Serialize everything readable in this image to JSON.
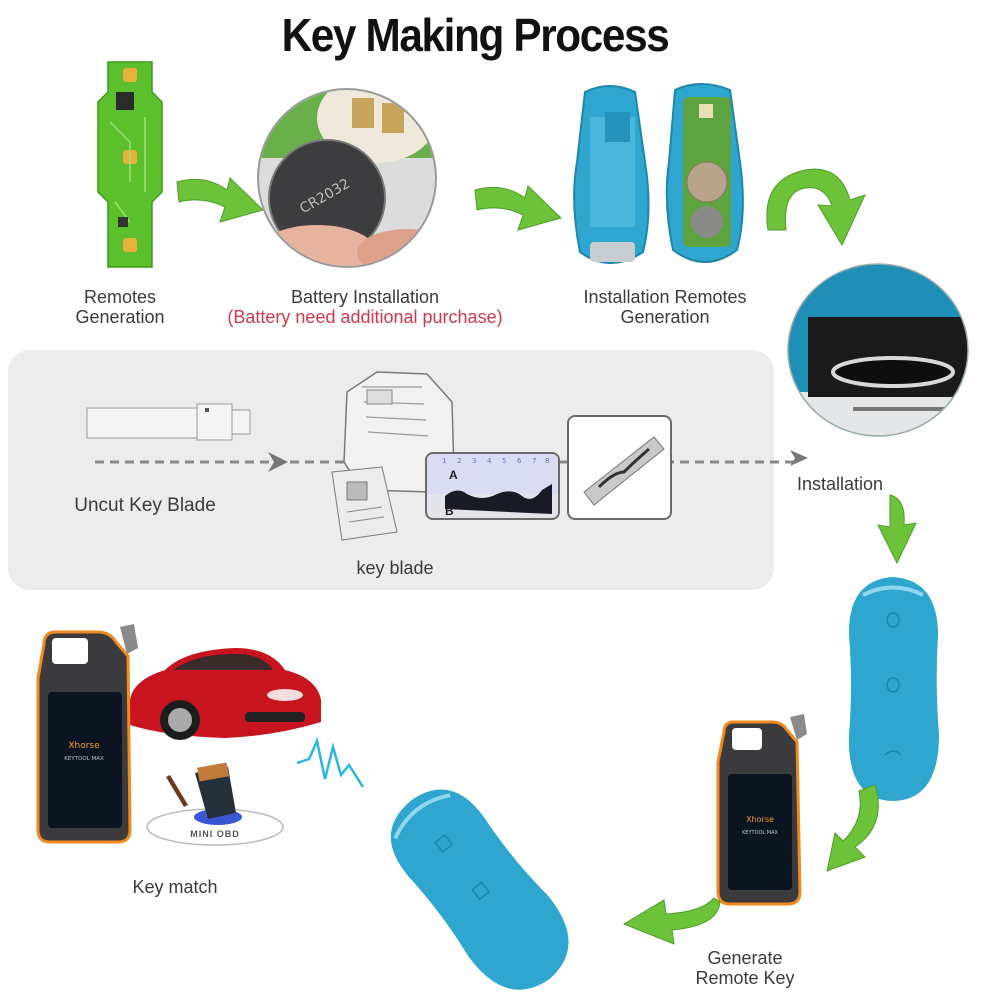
{
  "title": "Key Making Process",
  "steps": [
    {
      "id": "remotes-generation",
      "label_line1": "Remotes",
      "label_line2": "Generation"
    },
    {
      "id": "battery-installation",
      "label": "Battery Installation",
      "note": "(Battery need additional purchase)"
    },
    {
      "id": "installation-remotes-generation",
      "label_line1": "Installation Remotes",
      "label_line2": "Generation"
    },
    {
      "id": "installation",
      "label": "Installation"
    },
    {
      "id": "generate-remote-key",
      "label_line1": "Generate",
      "label_line2": "Remote Key"
    },
    {
      "id": "key-match",
      "label": "Key match"
    }
  ],
  "blade_panel": {
    "uncut_label": "Uncut Key  Blade",
    "machine_label": "key blade",
    "profile_marks": [
      "A",
      "B"
    ]
  },
  "devices": {
    "brand": "Xhorse",
    "model_text": "KEYTOOL MAX",
    "obd_label": "MINI OBD"
  },
  "colors": {
    "arrow_green": "#6cc33a",
    "remote_blue": "#2fa6cf",
    "note_red": "#d0394b",
    "panel_gray": "#ececec",
    "car_red": "#c8141e",
    "device_orange": "#f08a1e"
  }
}
